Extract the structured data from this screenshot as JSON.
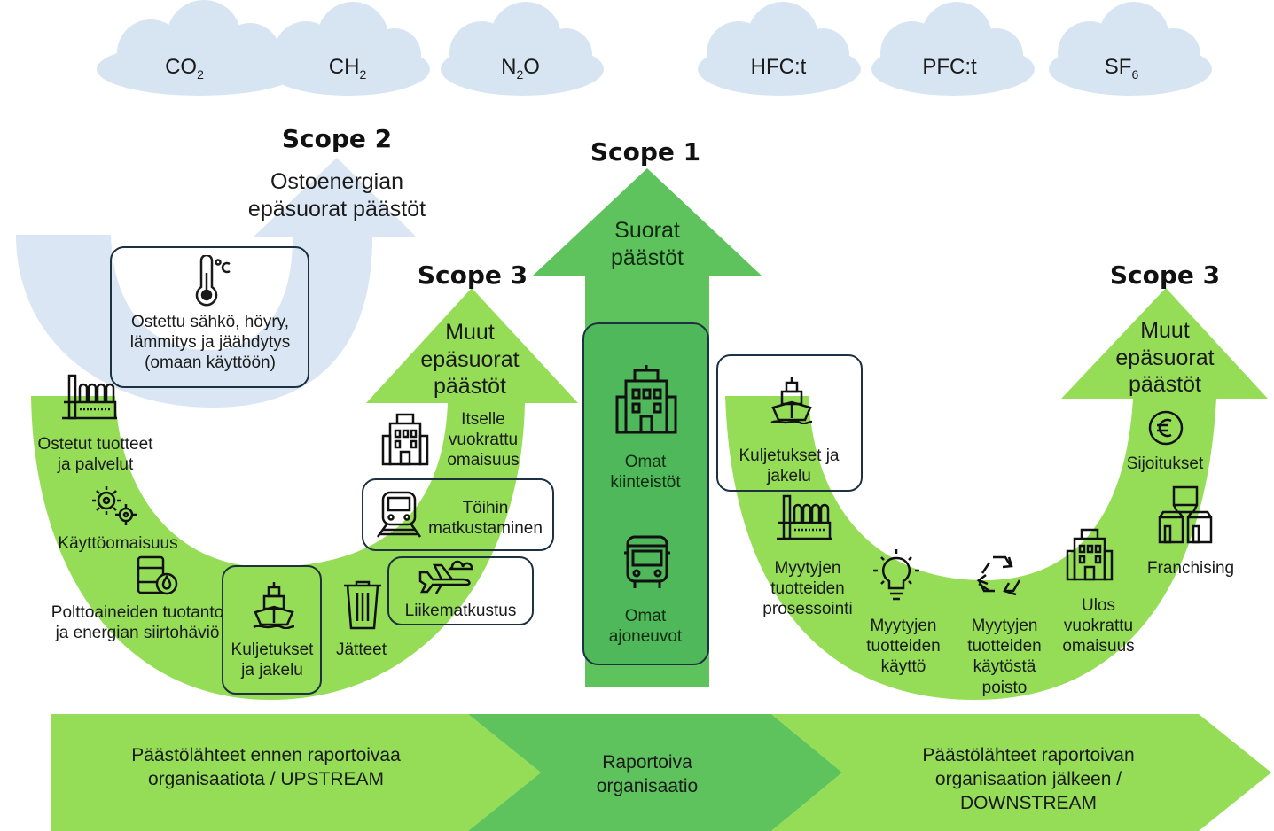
{
  "colors": {
    "light_green": "#95dd57",
    "mid_green": "#5ec35d",
    "dark_green": "#4fb85a",
    "light_blue": "#dae6f3",
    "cloud": "#d7e5f2",
    "box_border": "#1d3140"
  },
  "gases": [
    {
      "base": "CO",
      "sub": "2"
    },
    {
      "base": "CH",
      "sub": "2"
    },
    {
      "base": "N",
      "sub": "2",
      "rest": "O"
    },
    {
      "base": "HFC:t",
      "sub": ""
    },
    {
      "base": "PFC:t",
      "sub": ""
    },
    {
      "base": "SF",
      "sub": "6"
    }
  ],
  "scope2": {
    "title": "Scope 2",
    "subtitle": "Ostoenergian epäsuorat päästöt",
    "item": "Ostettu sähkö, höyry, lämmitys ja jäähdytys (omaan käyttöön)",
    "icon": "thermometer-icon"
  },
  "scope1": {
    "title": "Scope 1",
    "subtitle": "Suorat päästöt",
    "items": [
      {
        "label": "Omat kiinteistöt",
        "icon": "building-icon"
      },
      {
        "label": "Omat ajoneuvot",
        "icon": "bus-icon"
      }
    ]
  },
  "scope3_up": {
    "title": "Scope 3",
    "subtitle": "Muut epäsuorat päästöt",
    "items": [
      {
        "label": "Ostetut tuotteet ja palvelut",
        "icon": "factory-icon"
      },
      {
        "label": "Käyttöomaisuus",
        "icon": "gears-icon"
      },
      {
        "label": "Polttoaineiden tuotanto ja energian siirtohäviö",
        "icon": "fuel-barrel-icon"
      },
      {
        "label": "Kuljetukset ja jakelu",
        "icon": "ship-icon"
      },
      {
        "label": "Jätteet",
        "icon": "trash-icon"
      },
      {
        "label": "Liikematkustus",
        "icon": "airplane-icon"
      },
      {
        "label": "Töihin matkustaminen",
        "icon": "train-icon"
      },
      {
        "label": "Itselle vuokrattu omaisuus",
        "icon": "building-icon"
      }
    ]
  },
  "scope3_down": {
    "title": "Scope 3",
    "subtitle": "Muut epäsuorat päästöt",
    "items": [
      {
        "label": "Kuljetukset ja jakelu",
        "icon": "ship-icon"
      },
      {
        "label": "Myytyjen tuotteiden prosessointi",
        "icon": "factory-icon"
      },
      {
        "label": "Myytyjen tuotteiden käyttö",
        "icon": "lightbulb-icon"
      },
      {
        "label": "Myytyjen tuotteiden käytöstä poisto",
        "icon": "recycle-icon"
      },
      {
        "label": "Ulos vuokrattu omaisuus",
        "icon": "building-icon"
      },
      {
        "label": "Franchising",
        "icon": "shops-icon"
      },
      {
        "label": "Sijoitukset",
        "icon": "euro-coin-icon"
      }
    ]
  },
  "bottom": {
    "upstream": "Päästölähteet ennen raportoivaa organisaatiota / UPSTREAM",
    "center": "Raportoiva organisaatio",
    "downstream": "Päästölähteet raportoivan organisaation jälkeen / DOWNSTREAM"
  }
}
